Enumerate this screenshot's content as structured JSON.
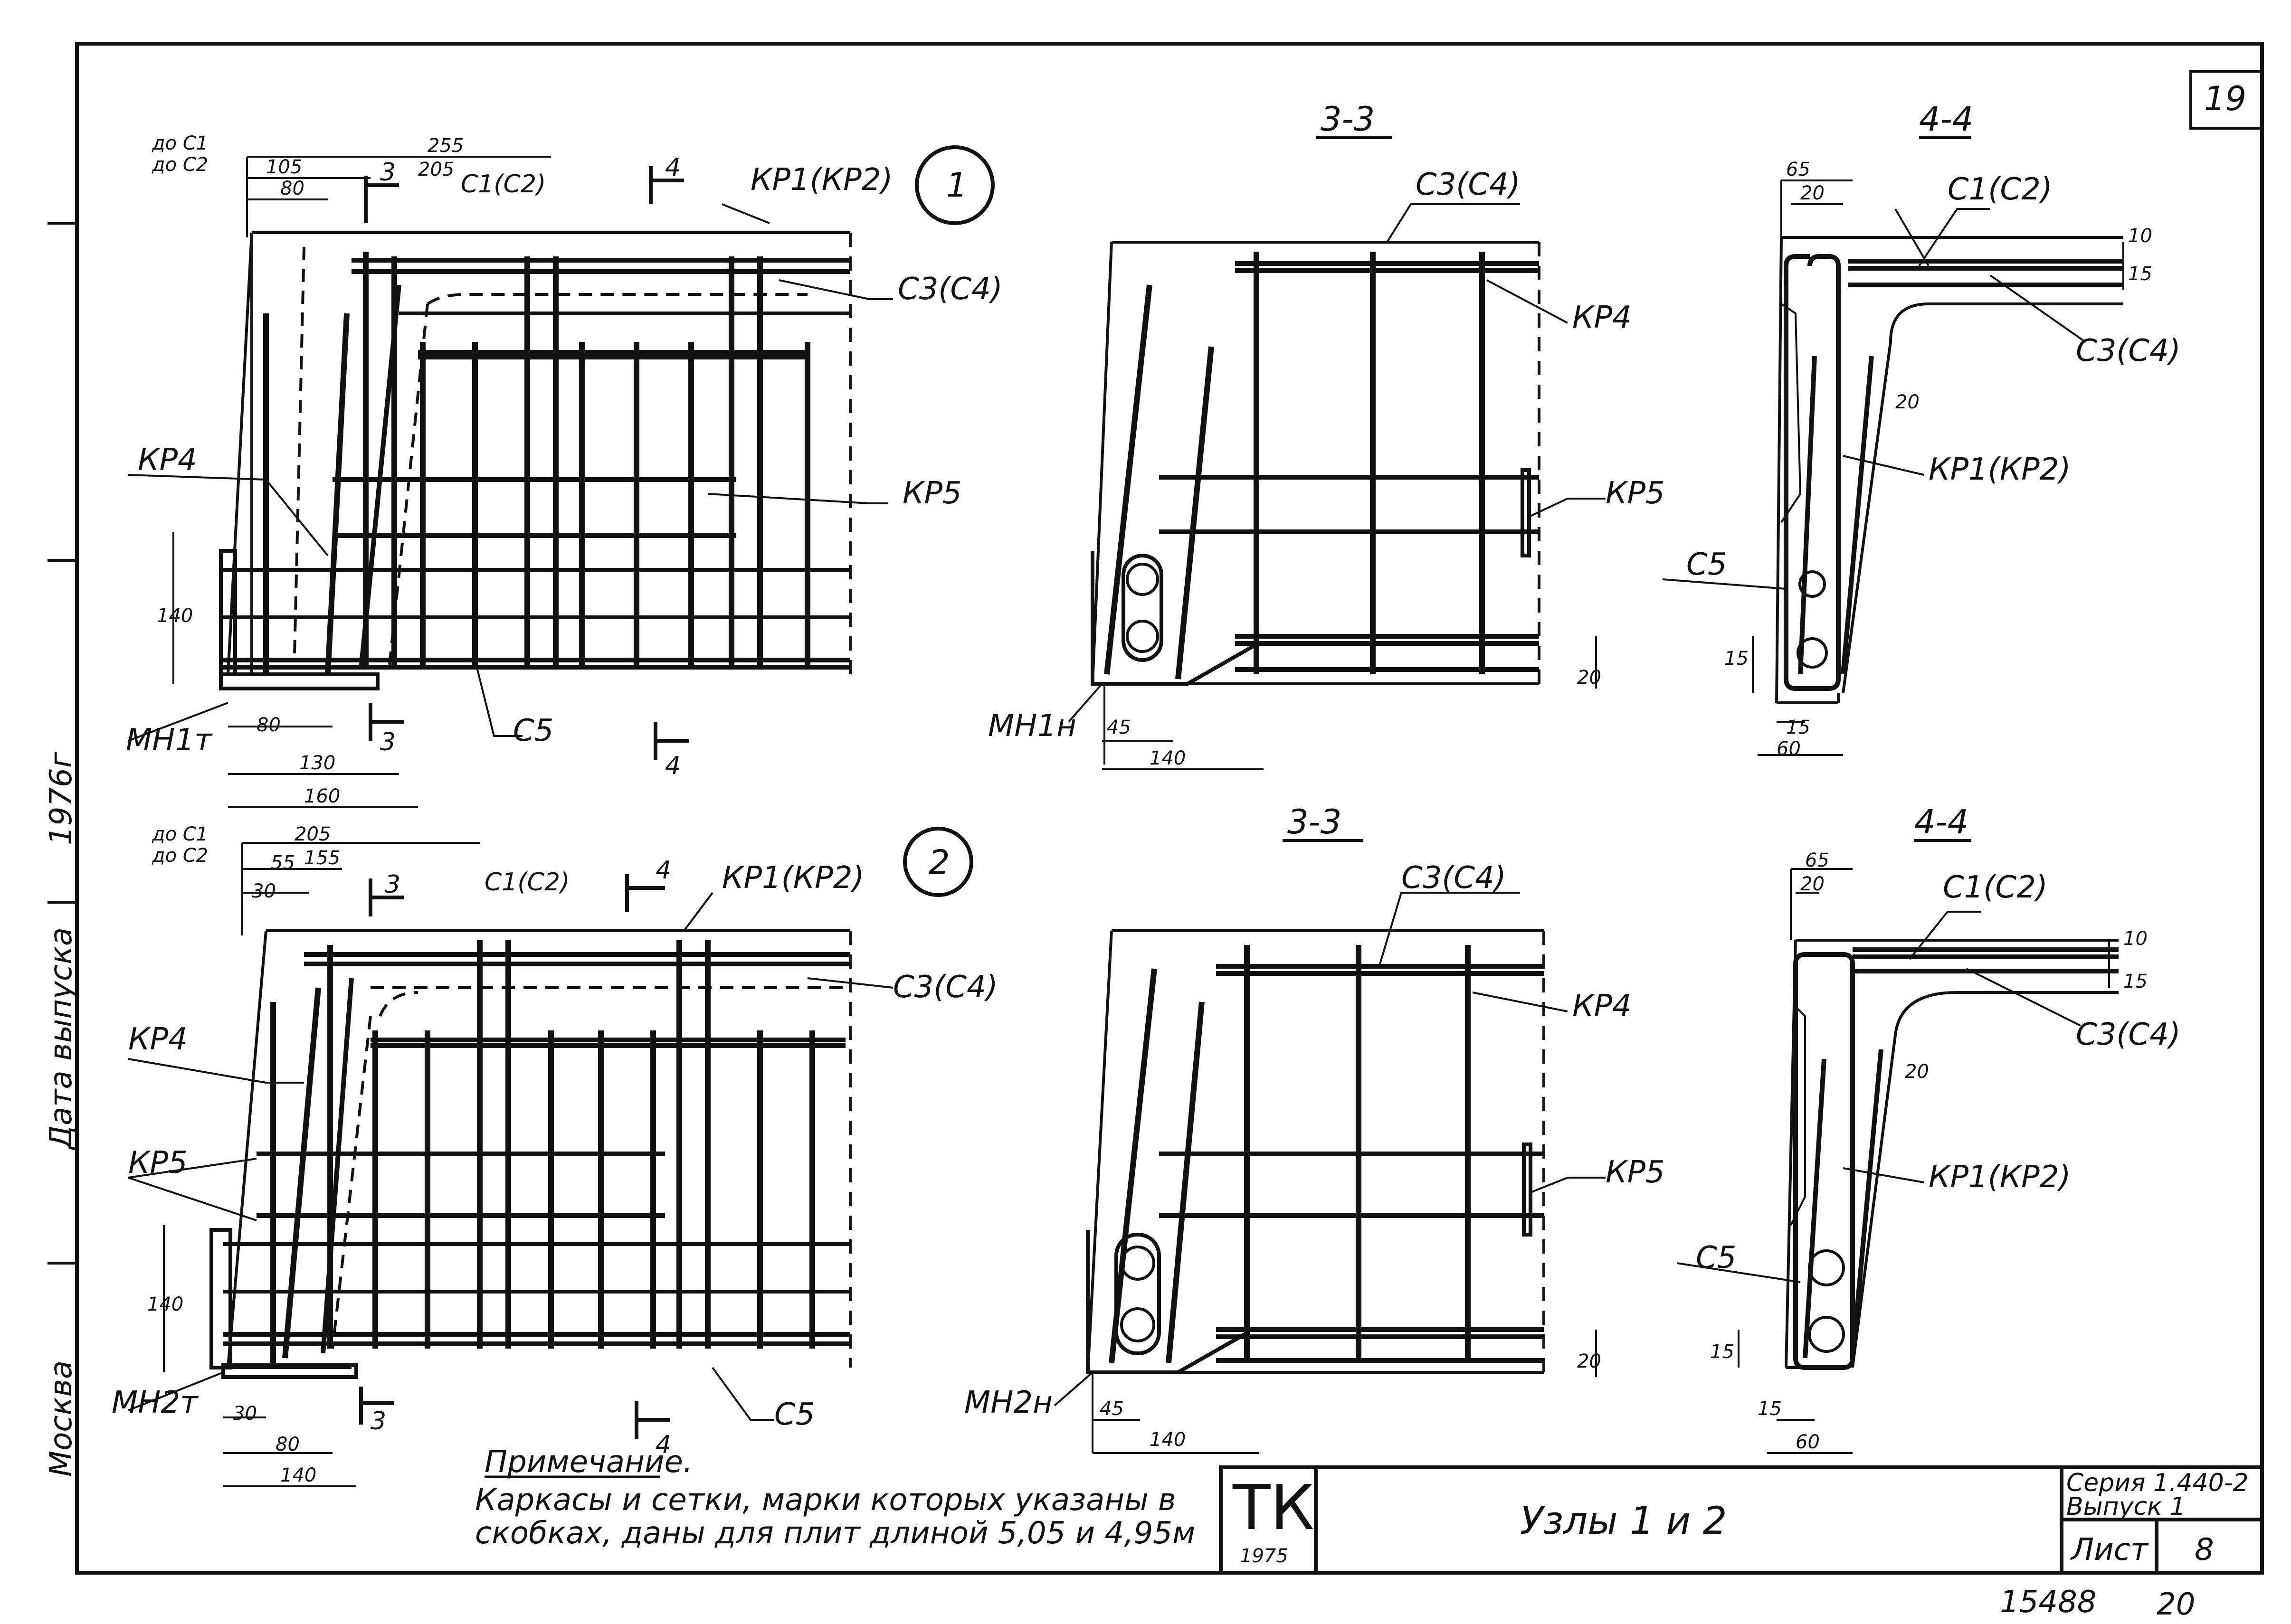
{
  "sheet_number": "19",
  "archive_number": "15488",
  "archive_page": "20",
  "side_stamp": {
    "city": "Москва",
    "date_label": "Дата выпуска",
    "year": "1976г"
  },
  "node1": {
    "number": "1",
    "labels": {
      "c1": "до С1",
      "c2": "до С2",
      "kr1": "КР1(КР2)",
      "c3": "С3(С4)",
      "c1c2": "С1(С2)",
      "kr4": "КР4",
      "kr5": "КР5",
      "c5": "С5",
      "mn": "МН1т",
      "cut3": "3",
      "cut4": "4"
    },
    "dims": {
      "d255": "255",
      "d205": "205",
      "d105": "105",
      "d80": "80",
      "d140": "140",
      "d80b": "80",
      "d130": "130",
      "d160": "160"
    }
  },
  "node2": {
    "number": "2",
    "labels": {
      "c1": "до С1",
      "c2": "до С2",
      "kr1": "КР1(КР2)",
      "c3": "С3(С4)",
      "c1c2": "С1(С2)",
      "kr4": "КР4",
      "kr5": "КР5",
      "c5": "С5",
      "mn": "МН2т",
      "cut3": "3",
      "cut4": "4"
    },
    "dims": {
      "d205": "205",
      "d155": "155",
      "d55": "55",
      "d30": "30",
      "d140": "140",
      "d30b": "30",
      "d80": "80",
      "d140b": "140"
    }
  },
  "section33_top": {
    "title": "3-3",
    "labels": {
      "c3": "С3(С4)",
      "kr4": "КР4",
      "kr5": "КР5",
      "mn": "МН1н"
    },
    "dims": {
      "d45": "45",
      "d140": "140",
      "d20": "20"
    }
  },
  "section33_bottom": {
    "title": "3-3",
    "labels": {
      "c3": "С3(С4)",
      "kr4": "КР4",
      "kr5": "КР5",
      "mn": "МН2н"
    },
    "dims": {
      "d45": "45",
      "d140": "140",
      "d20": "20"
    }
  },
  "section44_top": {
    "title": "4-4",
    "labels": {
      "c1": "С1(С2)",
      "c3": "С3(С4)",
      "kr1": "КР1(КР2)",
      "c5": "С5"
    },
    "dims": {
      "d65": "65",
      "d20": "20",
      "d10": "10",
      "d15": "15",
      "d20b": "20",
      "d15b": "15",
      "d15c": "15",
      "d60": "60"
    }
  },
  "section44_bottom": {
    "title": "4-4",
    "labels": {
      "c1": "С1(С2)",
      "c3": "С3(С4)",
      "kr1": "КР1(КР2)",
      "c5": "С5"
    },
    "dims": {
      "d65": "65",
      "d20": "20",
      "d10": "10",
      "d15": "15",
      "d20b": "20",
      "d15b": "15",
      "d15c": "15",
      "d60": "60"
    }
  },
  "note": {
    "heading": "Примечание.",
    "line1": "Каркасы и сетки, марки которых указаны в",
    "line2": "скобках, даны для плит длиной 5,05 и 4,95м"
  },
  "title_block": {
    "logo": "ТК",
    "year": "1975",
    "title": "Узлы 1 и 2",
    "series": "Серия 1.440-2",
    "issue": "Выпуск 1",
    "sheet_label": "Лист",
    "sheet_value": "8"
  }
}
